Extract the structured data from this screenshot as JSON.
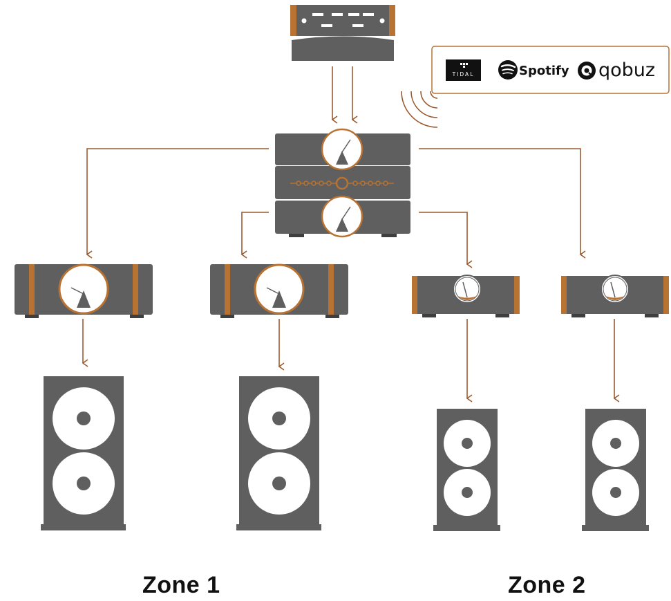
{
  "diagram": {
    "zones": [
      {
        "label": "Zone 1"
      },
      {
        "label": "Zone 2"
      }
    ],
    "streaming_services": [
      "TIDAL",
      "Spotify",
      "qobuz"
    ]
  },
  "colors": {
    "device": "#5f5f60",
    "device_dark": "#3f3f40",
    "accent": "#b87333",
    "arrow": "#9b5a2e",
    "driver": "#ffffff",
    "background": "#ffffff"
  },
  "icons": {
    "source": "cd-transport-icon",
    "hub": "streaming-preamp-stack-icon",
    "power_amp": "power-amplifier-icon",
    "speaker": "floorstanding-speaker-icon",
    "wireless": "wireless-signal-icon"
  }
}
